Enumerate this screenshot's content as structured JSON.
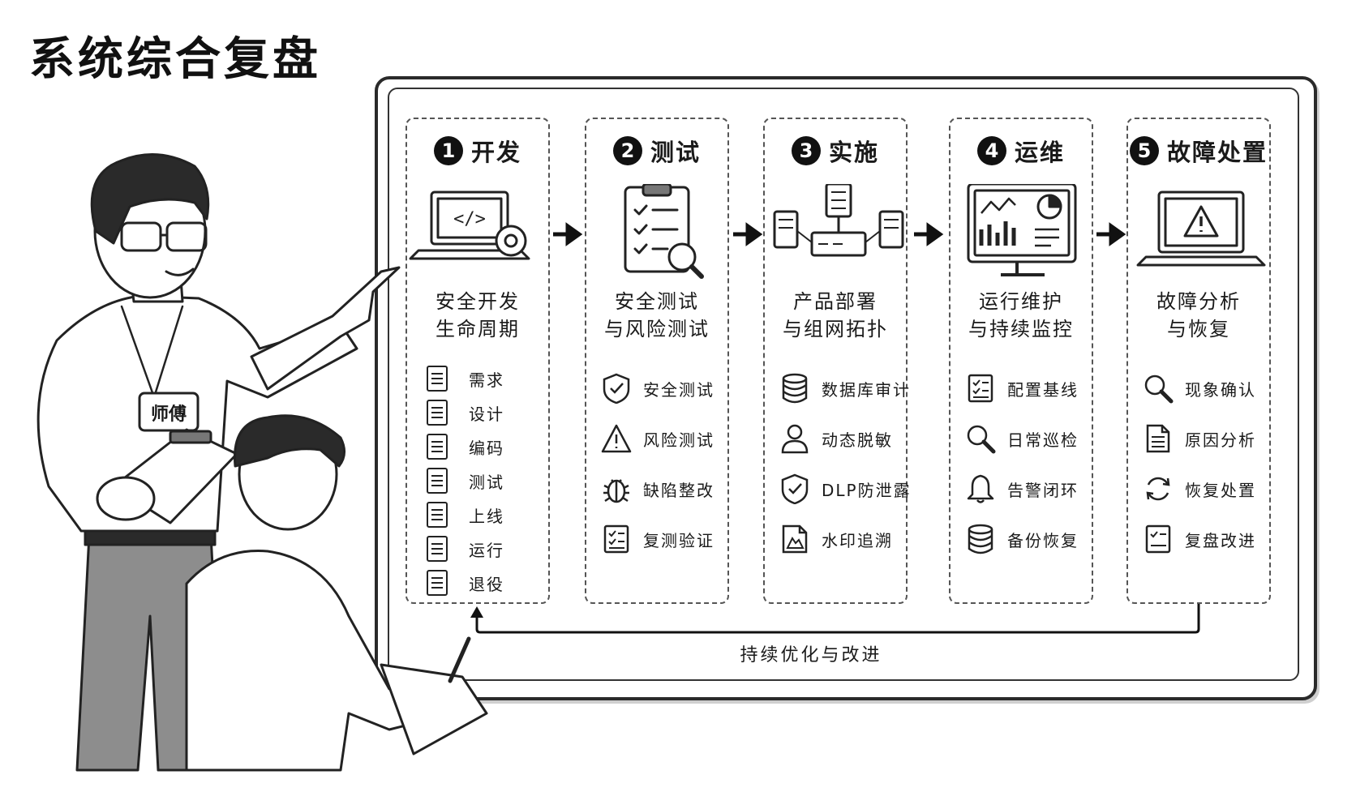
{
  "title": "系统综合复盘",
  "badge": "师傅",
  "stages": [
    {
      "number": "1",
      "name": "开发",
      "icon": "laptop-code-gear-icon",
      "subtitle": [
        "安全开发",
        "生命周期"
      ],
      "items": [
        {
          "label": "需求",
          "icon": "document-icon"
        },
        {
          "label": "设计",
          "icon": "document-icon"
        },
        {
          "label": "编码",
          "icon": "document-icon"
        },
        {
          "label": "测试",
          "icon": "document-icon"
        },
        {
          "label": "上线",
          "icon": "document-icon"
        },
        {
          "label": "运行",
          "icon": "document-icon"
        },
        {
          "label": "退役",
          "icon": "document-icon"
        }
      ]
    },
    {
      "number": "2",
      "name": "测试",
      "icon": "clipboard-checklist-magnifier-icon",
      "subtitle": [
        "安全测试",
        "与风险测试"
      ],
      "items": [
        {
          "label": "安全测试",
          "icon": "shield-check-icon"
        },
        {
          "label": "风险测试",
          "icon": "warning-icon"
        },
        {
          "label": "缺陷整改",
          "icon": "bug-icon"
        },
        {
          "label": "复测验证",
          "icon": "checklist-icon"
        }
      ]
    },
    {
      "number": "3",
      "name": "实施",
      "icon": "network-topology-icon",
      "subtitle": [
        "产品部署",
        "与组网拓扑"
      ],
      "items": [
        {
          "label": "数据库审计",
          "icon": "database-icon"
        },
        {
          "label": "动态脱敏",
          "icon": "user-icon"
        },
        {
          "label": "DLP防泄露",
          "icon": "shield-check-icon"
        },
        {
          "label": "水印追溯",
          "icon": "watermark-document-icon"
        }
      ]
    },
    {
      "number": "4",
      "name": "运维",
      "icon": "monitor-dashboard-icon",
      "subtitle": [
        "运行维护",
        "与持续监控"
      ],
      "items": [
        {
          "label": "配置基线",
          "icon": "checklist-icon"
        },
        {
          "label": "日常巡检",
          "icon": "search-icon"
        },
        {
          "label": "告警闭环",
          "icon": "bell-icon"
        },
        {
          "label": "备份恢复",
          "icon": "database-icon"
        }
      ]
    },
    {
      "number": "5",
      "name": "故障处置",
      "icon": "laptop-warning-icon",
      "subtitle": [
        "故障分析",
        "与恢复"
      ],
      "items": [
        {
          "label": "现象确认",
          "icon": "search-icon"
        },
        {
          "label": "原因分析",
          "icon": "document-icon"
        },
        {
          "label": "恢复处置",
          "icon": "refresh-icon"
        },
        {
          "label": "复盘改进",
          "icon": "checklist-icon"
        }
      ]
    }
  ],
  "loop_label": "持续优化与改进"
}
